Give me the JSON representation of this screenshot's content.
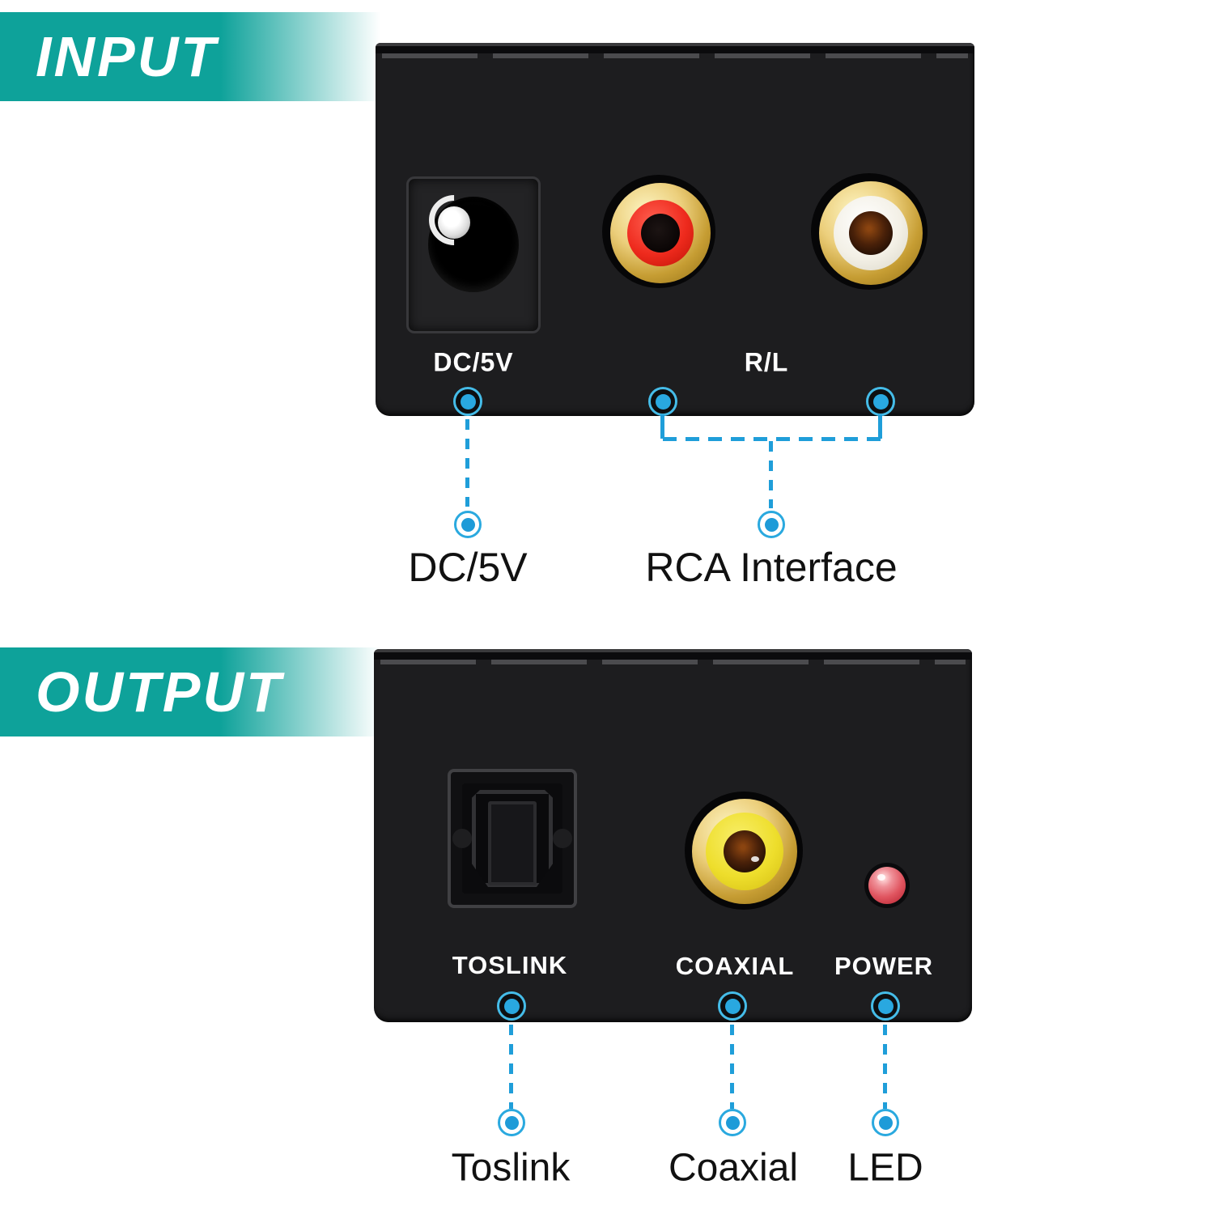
{
  "banners": {
    "input": "INPUT",
    "output": "OUTPUT"
  },
  "input_device": {
    "ports": {
      "dc_label": "DC/5V",
      "rl_label": "R/L"
    }
  },
  "input_callouts": {
    "dc": {
      "label": "DC/5V"
    },
    "rca": {
      "label": "RCA Interface"
    }
  },
  "output_device": {
    "ports": {
      "toslink_label": "TOSLINK",
      "coaxial_label": "COAXIAL",
      "power_label": "POWER"
    }
  },
  "output_callouts": {
    "toslink": {
      "label": "Toslink"
    },
    "coaxial": {
      "label": "Coaxial"
    },
    "led": {
      "label": "LED"
    }
  },
  "colors": {
    "banner_teal": "#0EA29A",
    "callout_blue": "#1F9ED9",
    "device_black": "#1D1D1F",
    "rca_red": "#EE2A1D",
    "rca_white": "#F3F0E6",
    "coax_yellow": "#EEDE2C",
    "gold": "#D8B34A",
    "led_red": "#E05560",
    "label_white": "#FFFFFF",
    "label_black": "#111111"
  }
}
